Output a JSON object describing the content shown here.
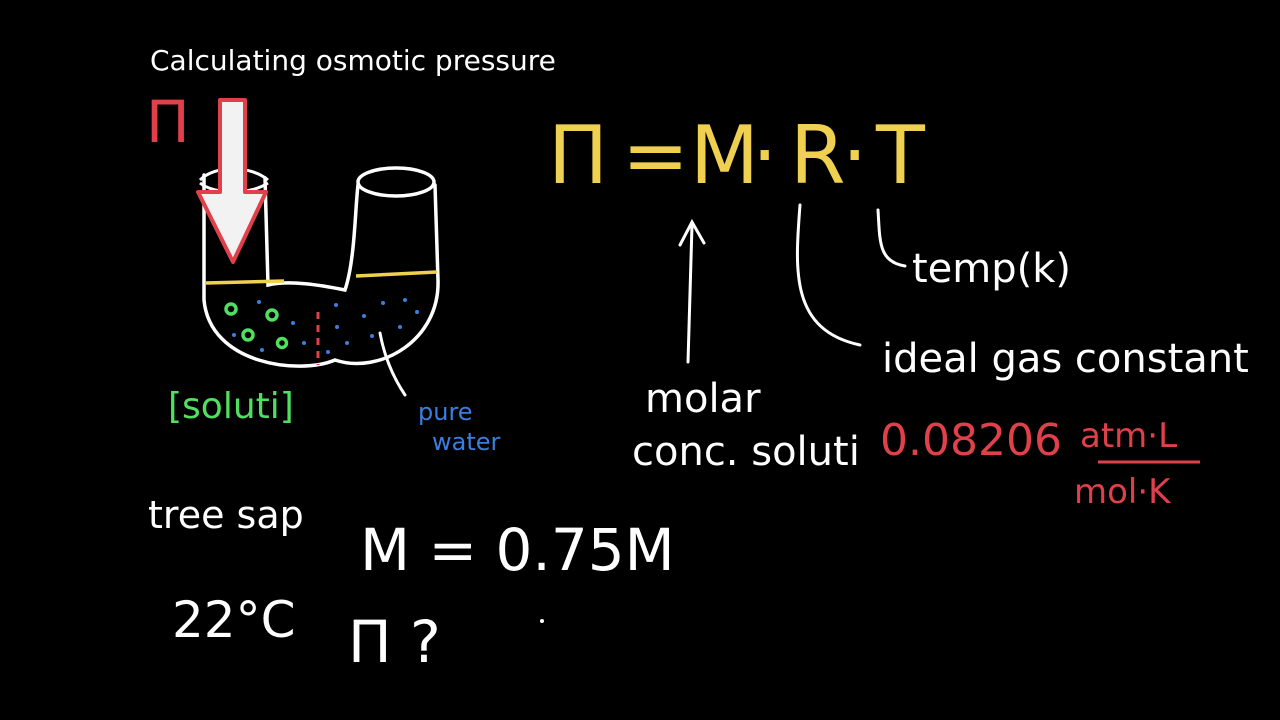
{
  "title": "Calculating osmotic pressure",
  "colors": {
    "background": "#000000",
    "chalk_white": "#ffffff",
    "yellow": "#f0d050",
    "red": "#e0404a",
    "green": "#50e060",
    "blue": "#3a7ee0"
  },
  "formula": {
    "pi": "Π",
    "eq": "=",
    "M": "M",
    "dot": "·",
    "R": "R",
    "T": "T"
  },
  "labels": {
    "pi_symbol": "Π",
    "solute": "[soluti]",
    "pure_water_line1": "pure",
    "pure_water_line2": "water",
    "temp": "temp(k)",
    "ideal_gas": "ideal gas constant",
    "R_value": "0.08206",
    "R_units_num": "atm·L",
    "R_units_den": "mol·K",
    "molar_line1": "molar",
    "molar_line2": "conc. soluti",
    "tree_sap": "tree sap",
    "temperature": "22°C",
    "M_value": "M = 0.75M",
    "pi_question": "Π ?"
  }
}
